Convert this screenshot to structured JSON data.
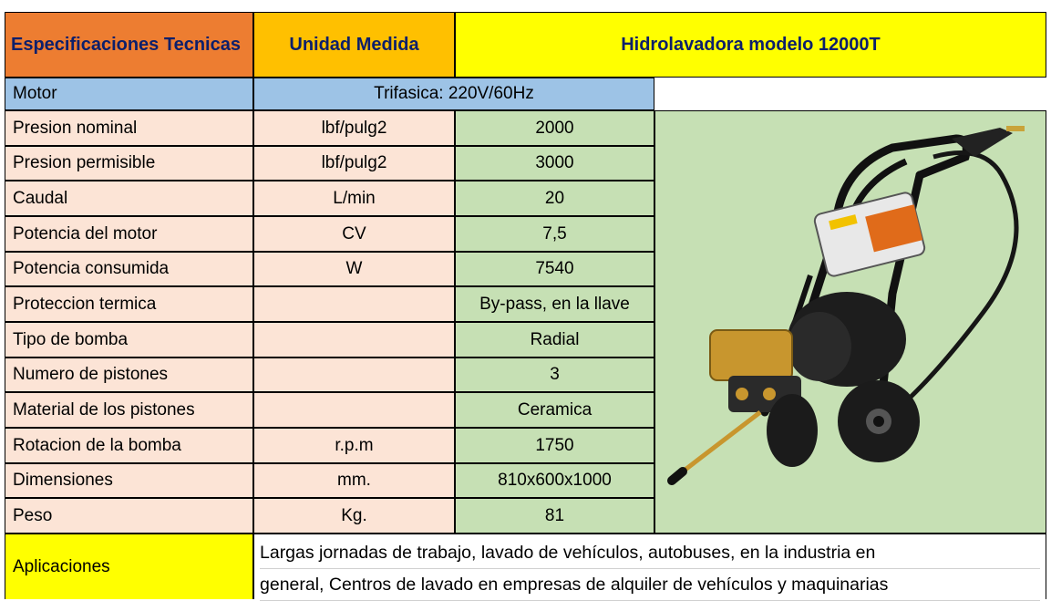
{
  "header": {
    "spec_label": "Especificaciones Tecnicas",
    "unit_label": "Unidad Medida",
    "model_label": "Hidrolavadora modelo 12000T"
  },
  "motor": {
    "label": "Motor",
    "value": "Trifasica: 220V/60Hz"
  },
  "rows": [
    {
      "label": "Presion nominal",
      "unit": "lbf/pulg2",
      "value": "2000"
    },
    {
      "label": "Presion permisible",
      "unit": "lbf/pulg2",
      "value": "3000"
    },
    {
      "label": "Caudal",
      "unit": "L/min",
      "value": "20"
    },
    {
      "label": "Potencia del motor",
      "unit": "CV",
      "value": "7,5"
    },
    {
      "label": "Potencia consumida",
      "unit": "W",
      "value": "7540"
    },
    {
      "label": "Proteccion termica",
      "unit": "",
      "value": "By-pass, en la llave"
    },
    {
      "label": "Tipo de bomba",
      "unit": "",
      "value": "Radial"
    },
    {
      "label": "Numero de pistones",
      "unit": "",
      "value": "3"
    },
    {
      "label": "Material de los pistones",
      "unit": "",
      "value": "Ceramica"
    },
    {
      "label": "Rotacion de la bomba",
      "unit": "r.p.m",
      "value": "1750"
    },
    {
      "label": "Dimensiones",
      "unit": "mm.",
      "value": "810x600x1000"
    },
    {
      "label": "Peso",
      "unit": "Kg.",
      "value": "81"
    }
  ],
  "applications": {
    "label": "Aplicaciones",
    "lines": [
      "Largas jornadas de trabajo, lavado de vehículos, autobuses, en la industria en",
      "general, Centros de lavado en empresas de alquiler de vehículos y maquinarias"
    ]
  },
  "colors": {
    "header_spec": "#ed7d31",
    "header_unit": "#ffc000",
    "header_model": "#ffff00",
    "motor_row": "#9dc3e6",
    "label_cells": "#fce4d6",
    "value_cells": "#c6e0b4",
    "applications": "#ffff00",
    "header_text": "#0c1f6b"
  },
  "product_image": {
    "icon": "pressure-washer-icon"
  }
}
